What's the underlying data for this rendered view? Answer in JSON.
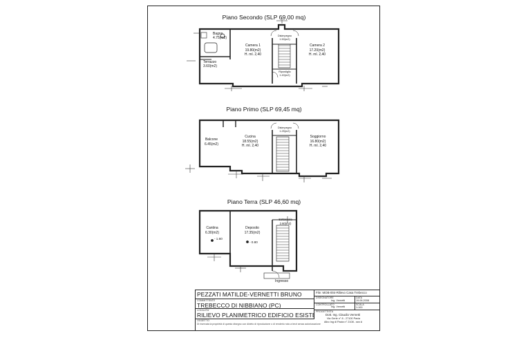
{
  "floors": {
    "second": {
      "title": "Piano Secondo (SLP 69,00 mq)",
      "rooms": {
        "bagno": {
          "name": "Bagno",
          "area": "4.75(m2)"
        },
        "terrazzo": {
          "name": "Terrazzo",
          "area": "3.60(m2)"
        },
        "camera1": {
          "name": "Camera 1",
          "area": "19.80(m2)",
          "height": "H. ml. 2,40"
        },
        "disimpegno": {
          "name": "Disimpegno",
          "area": "1.50(m2)"
        },
        "ripostiglio": {
          "name": "Ripostiglio",
          "area": "1.40(m2)"
        },
        "camera2": {
          "name": "Camera 2",
          "area": "17.20(m2)",
          "height": "H. ml. 2,40"
        }
      }
    },
    "first": {
      "title": "Piano Primo (SLP 69,45 mq)",
      "rooms": {
        "balcone": {
          "name": "Balcone",
          "area": "6.45(m2)"
        },
        "cucina": {
          "name": "Cucina",
          "area": "18.55(m2)",
          "height": "H. ml. 2,40"
        },
        "disimpegno": {
          "name": "Disimpegno",
          "area": "1.25(m2)"
        },
        "soggiorno": {
          "name": "Soggiorno",
          "area": "16.80(m2)",
          "height": "H. ml. 2,40"
        }
      }
    },
    "ground": {
      "title": "Piano Terra (SLP 46,60 mq)",
      "rooms": {
        "cantina": {
          "name": "Cantina",
          "area": "6.30(m2)",
          "level": "- 1.60"
        },
        "deposito": {
          "name": "Deposito",
          "area": "17.35(m2)",
          "level": "- 0.80"
        },
        "sottoscala": {
          "name": "Sottoscala",
          "area": "2.60(m2)"
        }
      },
      "entrance": "Ingresso"
    }
  },
  "title_block": {
    "owner": "PEZZATI MATILDE-VERNETTI BRUNO",
    "owner_label": "COMMITTENTE",
    "location": "TREBECCO DI NIBBIANO (PC)",
    "location_label": "LOCALITA'",
    "subject": "RILIEVO PLANIMETRICO EDIFICIO ESISTENTE",
    "subject_label": "OGGETTO",
    "file": "File: MOB-004-Rilievo Casa Trebecco",
    "designer_label": "DISEGNATORE",
    "designer": "Ing. Vernetti",
    "date_label": "DATA",
    "date": "19.06.2008",
    "checker_label": "CONTROLLATO",
    "checker": "Ing. Vernetti",
    "scale_label": "SCALA",
    "scale": "1:100",
    "designer_full_label": "PROGETTISTA",
    "engineer": "Dott. Ing. Claudio Vernetti",
    "address": "Via Gerle n° 8 - 27100 Pavia",
    "register": "Albo Ing di Pavia n° 2108 - sez A",
    "legal_note": "Di riservata la proprietà di questo disegno con divieto di riproduzione o di renderlo noto a terzi senza autorizzazione"
  }
}
